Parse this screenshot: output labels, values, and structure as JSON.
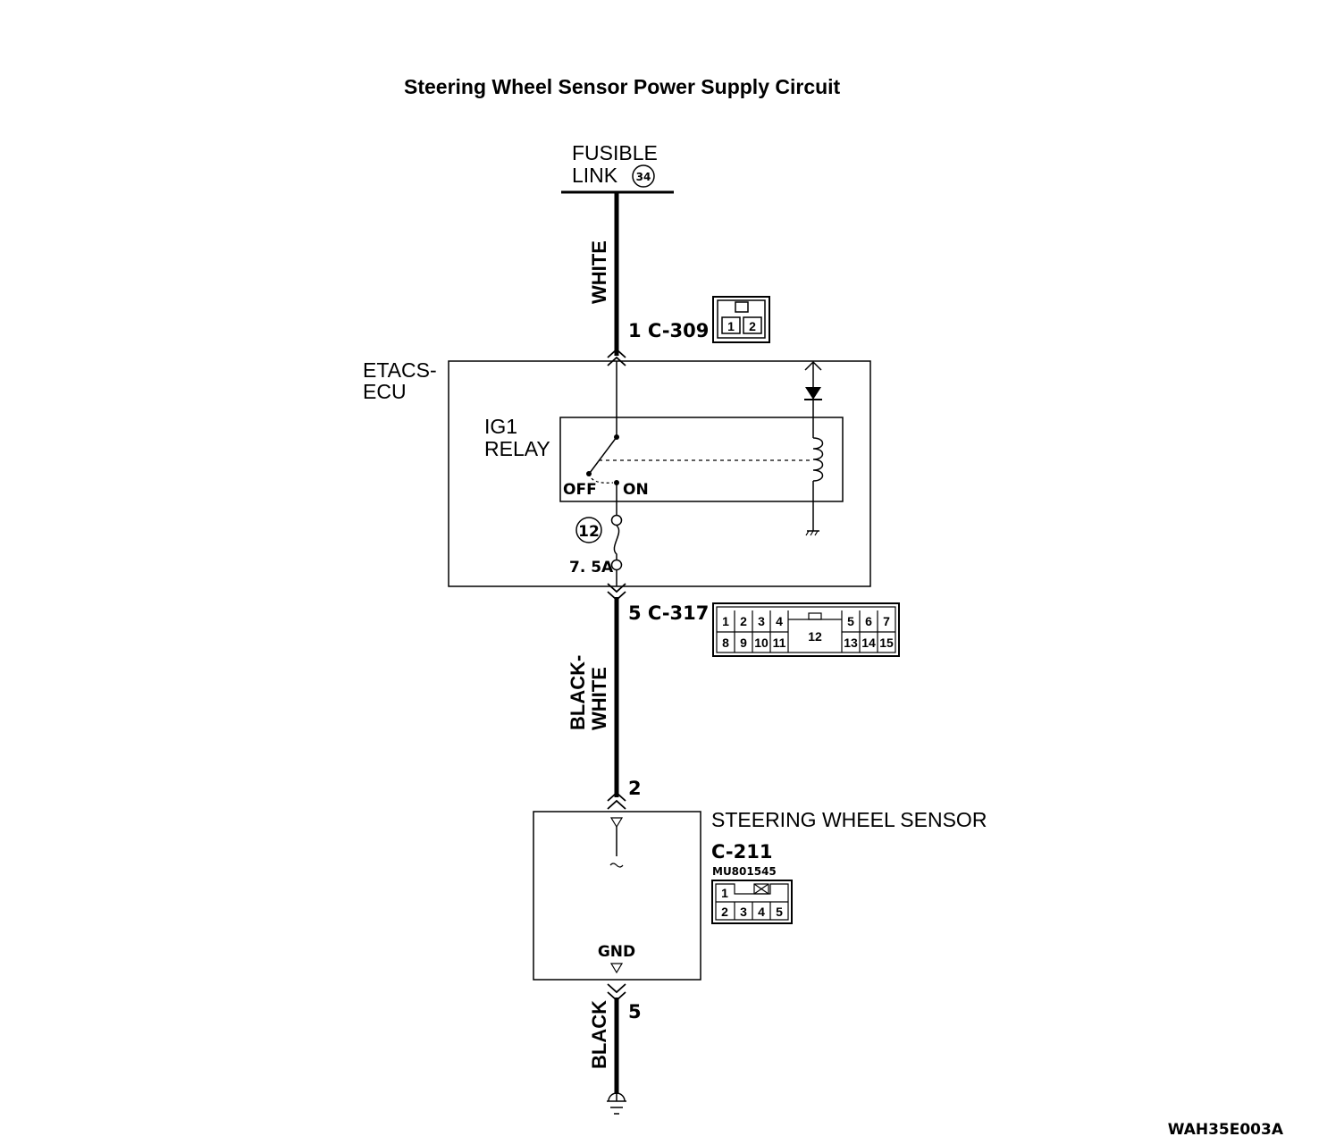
{
  "title": "Steering Wheel Sensor Power Supply Circuit",
  "fusible_link": {
    "line1": "FUSIBLE",
    "line2": "LINK",
    "number": "34"
  },
  "wires": {
    "top": "WHITE",
    "middle_line1": "BLACK-",
    "middle_line2": "WHITE",
    "bottom": "BLACK"
  },
  "connectors": {
    "c309": {
      "label": "1 C-309",
      "pins": [
        "1",
        "2"
      ]
    },
    "c317": {
      "label": "5 C-317",
      "top_left": [
        "1",
        "2",
        "3",
        "4"
      ],
      "top_right": [
        "5",
        "6",
        "7"
      ],
      "bottom_left": [
        "8",
        "9",
        "10",
        "11"
      ],
      "bottom_right": [
        "13",
        "14",
        "15"
      ],
      "center": "12"
    },
    "c211": {
      "label": "C-211",
      "part_number": "MU801545",
      "top": [
        "1"
      ],
      "bottom": [
        "2",
        "3",
        "4",
        "5"
      ]
    }
  },
  "etacs": {
    "line1": "ETACS-",
    "line2": "ECU",
    "relay_line1": "IG1",
    "relay_line2": "RELAY",
    "off": "OFF",
    "on": "ON",
    "fuse_number": "12",
    "fuse_rating": "7. 5A"
  },
  "sensor": {
    "name": "STEERING WHEEL SENSOR",
    "pin_in": "2",
    "gnd": "GND",
    "pin_out": "5"
  },
  "figure_code": "WAH35E003A"
}
